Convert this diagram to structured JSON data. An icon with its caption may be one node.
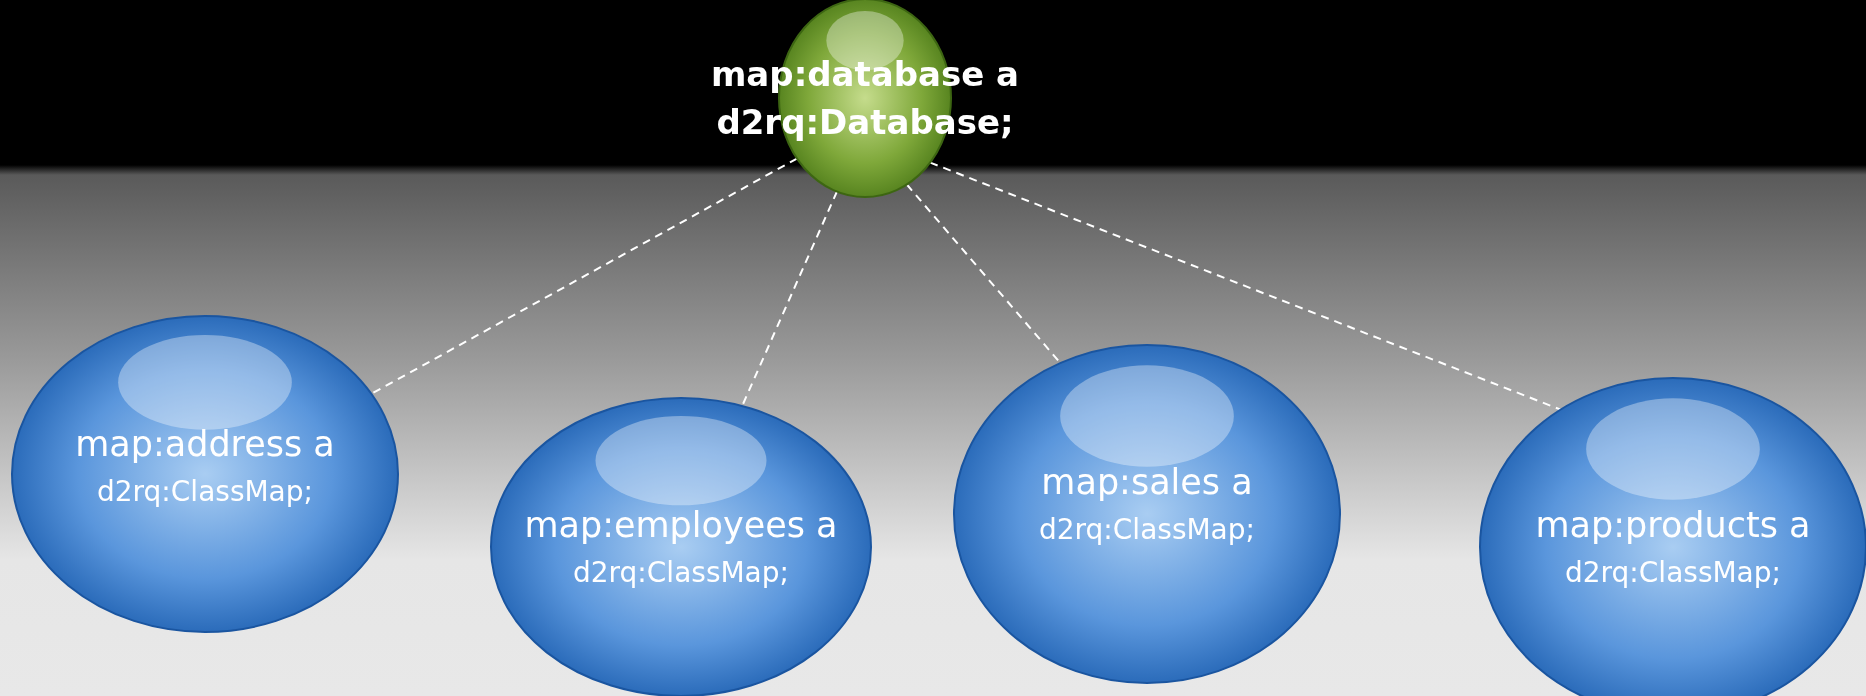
{
  "diagram": {
    "nodes": [
      {
        "text": [
          "map:database a",
          "d2rq:Database;"
        ]
      },
      {
        "text": [
          "map:address a",
          "d2rq:ClassMap;"
        ]
      },
      {
        "text": [
          "map:employees a",
          "d2rq:ClassMap;"
        ]
      },
      {
        "text": [
          "map:sales a",
          "d2rq:ClassMap;"
        ]
      },
      {
        "text": [
          "map:products a",
          "d2rq:ClassMap;"
        ]
      }
    ],
    "edges": [
      {
        "from": 0,
        "to": 1,
        "arrow": "none",
        "style": "dashed"
      },
      {
        "from": 0,
        "to": 2,
        "arrow": "none",
        "style": "dashed"
      },
      {
        "from": 0,
        "to": 3,
        "arrow": "none",
        "style": "dashed"
      },
      {
        "from": 0,
        "to": 4,
        "arrow": "none",
        "style": "dashed"
      }
    ]
  }
}
